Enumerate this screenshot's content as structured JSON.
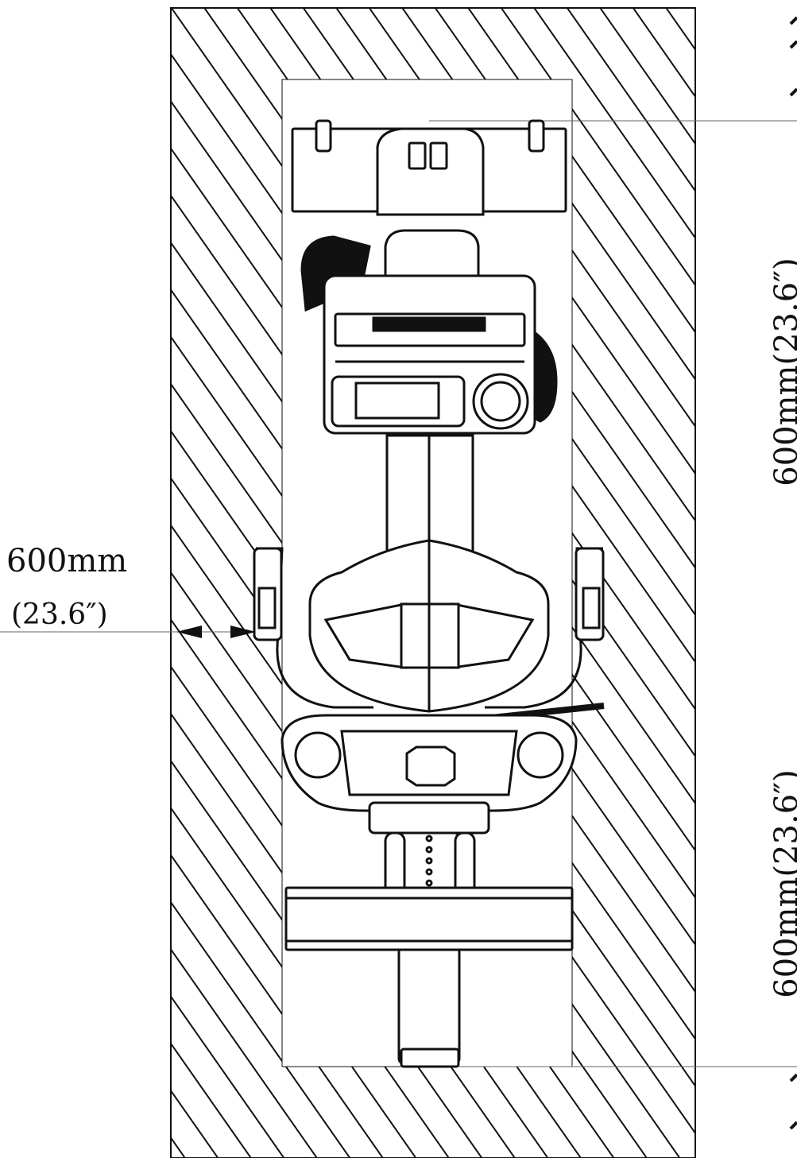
{
  "dimensions": {
    "left_clearance_mm": "600mm",
    "left_clearance_in": "(23.6″)",
    "right_top_clearance": "600mm(23.6″)",
    "right_bottom_clearance": "600mm(23.6″)"
  },
  "colors": {
    "ink": "#111111",
    "background": "#ffffff",
    "hatch": "#111111"
  },
  "icons": {
    "equipment": "recumbent-bike-top-view"
  }
}
